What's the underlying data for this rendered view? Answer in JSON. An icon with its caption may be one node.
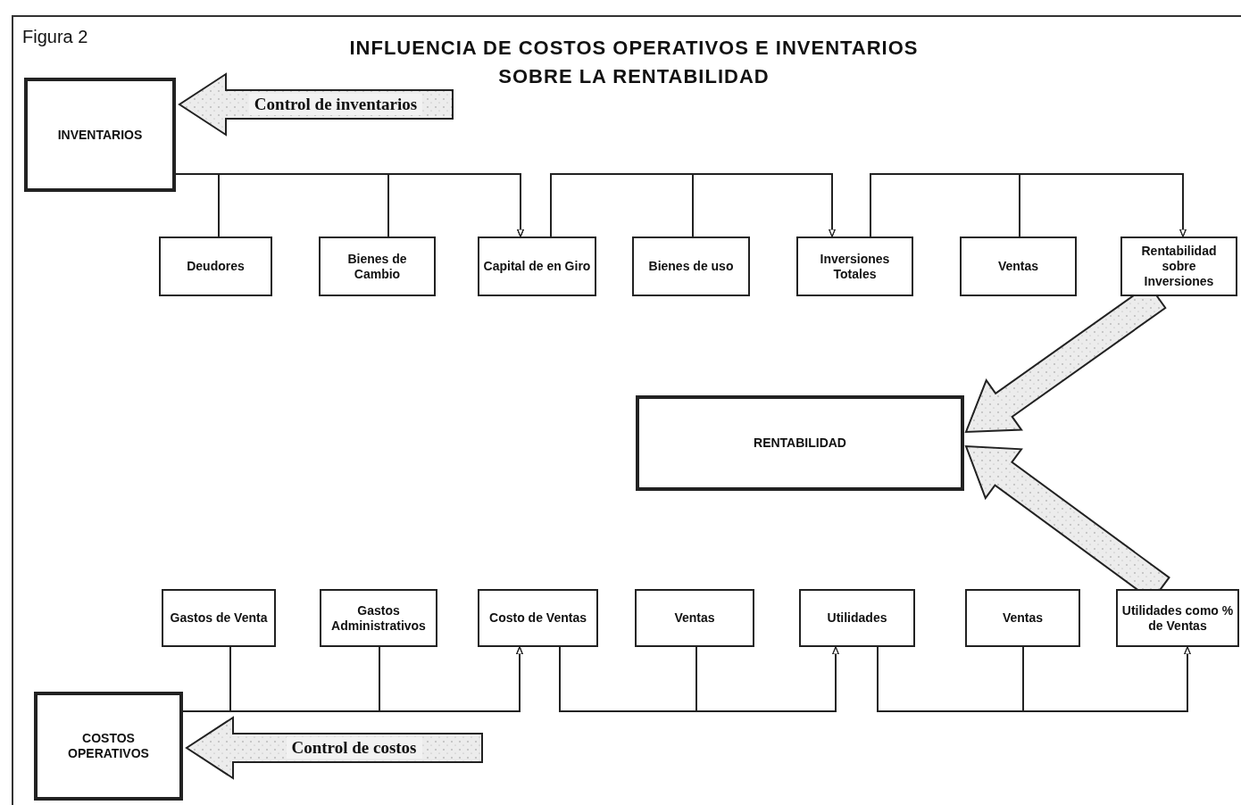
{
  "diagram": {
    "title": "INFLUENCIA DE COSTOS OPERATIVOS E INVENTARIOS SOBRE LA RENTABILIDAD",
    "nodes": [
      {
        "text": [
          "INVENTARIOS"
        ]
      },
      {
        "text": [
          "Deudores"
        ]
      },
      {
        "text": [
          "Bienes de Cambio"
        ]
      },
      {
        "text": [
          "Capital de en Giro"
        ]
      },
      {
        "text": [
          "Bienes de uso"
        ]
      },
      {
        "text": [
          "Inversiones Totales"
        ]
      },
      {
        "text": [
          "Ventas"
        ]
      },
      {
        "text": [
          "Rentabilidad sobre Inversiones"
        ]
      },
      {
        "text": [
          "RENTABILIDAD"
        ]
      },
      {
        "text": [
          "Gastos de Venta"
        ]
      },
      {
        "text": [
          "Gastos Administrativos"
        ]
      },
      {
        "text": [
          "Costo de Ventas"
        ]
      },
      {
        "text": [
          "Ventas"
        ]
      },
      {
        "text": [
          "Utilidades"
        ]
      },
      {
        "text": [
          "Ventas"
        ]
      },
      {
        "text": [
          "Utilidades como % de Ventas"
        ]
      },
      {
        "text": [
          "COSTOS OPERATIVOS"
        ]
      }
    ],
    "edges": [
      {
        "from": null,
        "to": 0,
        "arrow": "to",
        "label": "Control de inventarios",
        "style": "thick"
      },
      {
        "from": 0,
        "to": 3,
        "arrow": "to"
      },
      {
        "from": 1,
        "to": 3,
        "arrow": "to"
      },
      {
        "from": 2,
        "to": 3,
        "arrow": "to"
      },
      {
        "from": 3,
        "to": 5,
        "arrow": "to"
      },
      {
        "from": 4,
        "to": 5,
        "arrow": "to"
      },
      {
        "from": 5,
        "to": 7,
        "arrow": "to"
      },
      {
        "from": 6,
        "to": 7,
        "arrow": "to"
      },
      {
        "from": 7,
        "to": 8,
        "arrow": "to",
        "style": "thick"
      },
      {
        "from": 15,
        "to": 8,
        "arrow": "to",
        "style": "thick"
      },
      {
        "from": null,
        "to": 16,
        "arrow": "to",
        "label": "Control de costos",
        "style": "thick"
      },
      {
        "from": 16,
        "to": 11,
        "arrow": "to"
      },
      {
        "from": 9,
        "to": 11,
        "arrow": "to"
      },
      {
        "from": 10,
        "to": 11,
        "arrow": "to"
      },
      {
        "from": 11,
        "to": 13,
        "arrow": "to"
      },
      {
        "from": 12,
        "to": 13,
        "arrow": "to"
      },
      {
        "from": 13,
        "to": 15,
        "arrow": "to"
      },
      {
        "from": 14,
        "to": 15,
        "arrow": "to"
      }
    ],
    "labels": [
      "Figura 2"
    ]
  }
}
